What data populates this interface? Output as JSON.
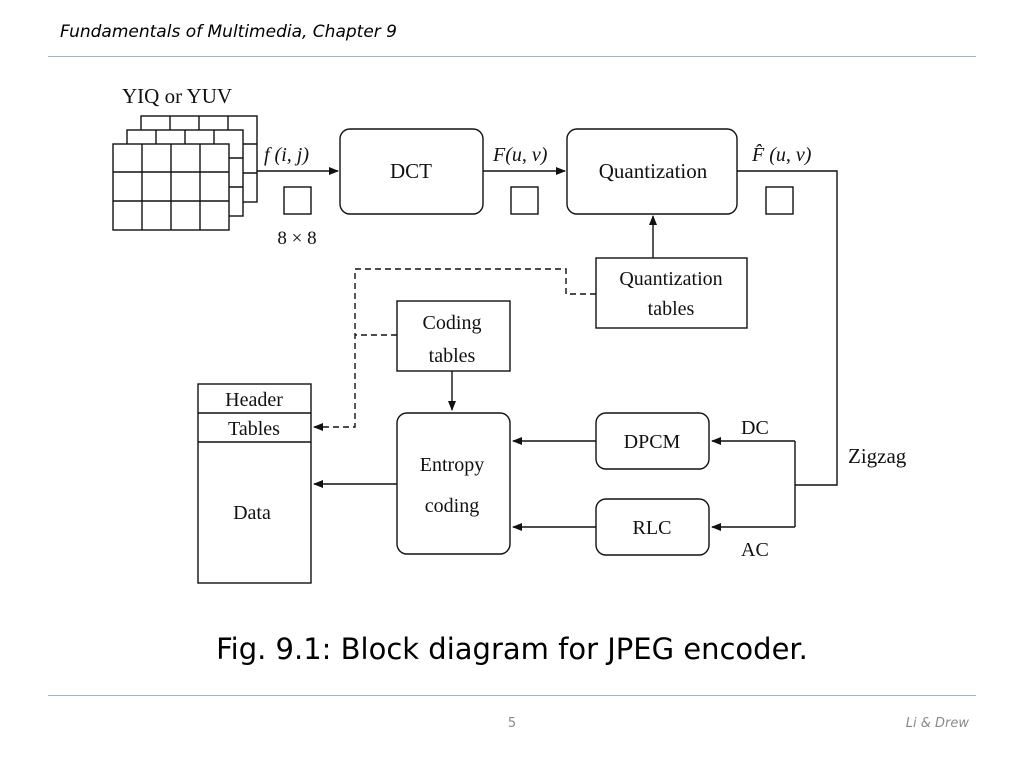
{
  "header": {
    "title": "Fundamentals of Multimedia, Chapter 9"
  },
  "diagram": {
    "input_label": "YIQ or YUV",
    "f_ij": "f (i, j)",
    "block_size": "8 × 8",
    "dct": "DCT",
    "F_uv": "F(u, v)",
    "quantization": "Quantization",
    "Fhat_uv": "F̂ (u, v)",
    "quant_tables": [
      "Quantization",
      "tables"
    ],
    "coding_tables": [
      "Coding",
      "tables"
    ],
    "header_field": "Header",
    "tables_field": "Tables",
    "data_field": "Data",
    "entropy": [
      "Entropy",
      "coding"
    ],
    "dpcm": "DPCM",
    "rlc": "RLC",
    "dc": "DC",
    "ac": "AC",
    "zigzag": "Zigzag"
  },
  "caption": "Fig. 9.1: Block diagram for JPEG encoder.",
  "footer": {
    "page_number": "5",
    "authors": "Li & Drew"
  }
}
